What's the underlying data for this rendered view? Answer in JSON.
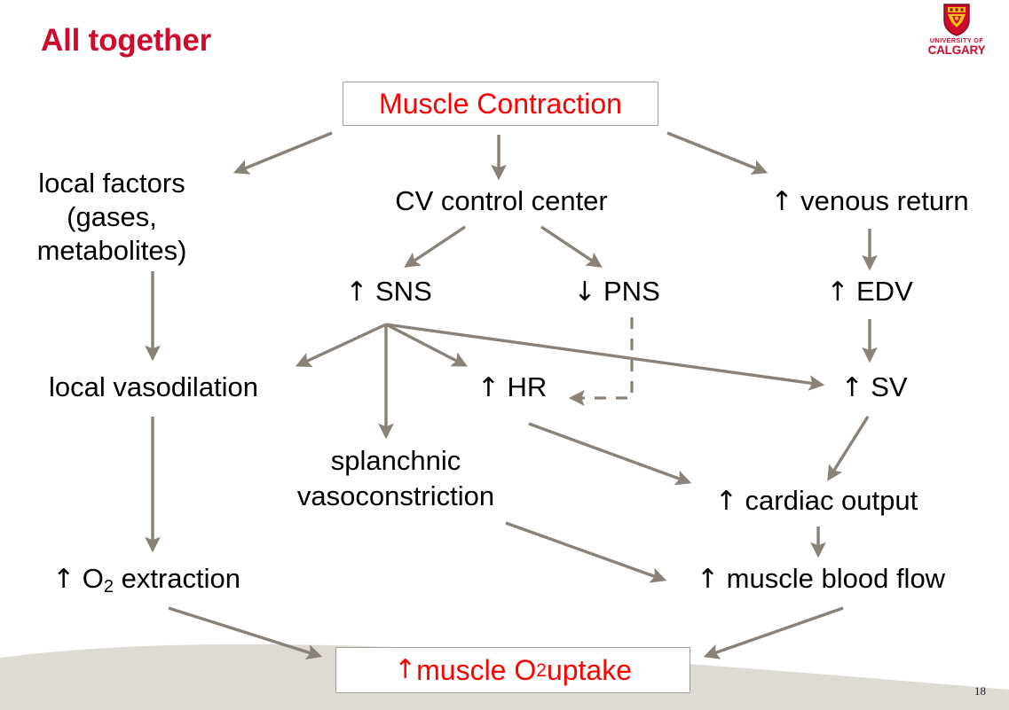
{
  "slide": {
    "title": "All together",
    "page_number": "18",
    "accent_color": "#cf0a2c",
    "node_text_color": "#000000",
    "emphasis_color": "#ff0000",
    "arrow_color": "#8a8278",
    "box_border_color": "#a6a29b",
    "background": "#ffffff"
  },
  "logo": {
    "line1": "UNIVERSITY OF",
    "line2": "CALGARY",
    "shield_red": "#cf0a2c",
    "shield_gold": "#f2c314",
    "icon": "calgary-shield-icon"
  },
  "nodes": {
    "muscle_contraction": {
      "label": "Muscle Contraction",
      "boxed": true,
      "color": "#ff0000"
    },
    "local_factors": {
      "label": "local factors (gases, metabolites)",
      "line1": "local factors",
      "line2": "(gases,",
      "line3": "metabolites)"
    },
    "cv_control_center": {
      "label": "CV control center"
    },
    "venous_return": {
      "arrow": "↑",
      "label": "venous return"
    },
    "sns": {
      "arrow": "↑",
      "label": "SNS"
    },
    "pns": {
      "arrow": "↓",
      "label": "PNS"
    },
    "edv": {
      "arrow": "↑",
      "label": "EDV"
    },
    "local_vasodilation": {
      "label": "local vasodilation"
    },
    "hr": {
      "arrow": "↑",
      "label": "HR"
    },
    "sv": {
      "arrow": "↑",
      "label": "SV"
    },
    "splanchnic": {
      "line1": "splanchnic",
      "line2": "vasoconstriction"
    },
    "cardiac_output": {
      "arrow": "↑",
      "label": "cardiac output"
    },
    "o2_extraction": {
      "arrow": "↑",
      "label_pre": "O",
      "sub": "2",
      "label_post": " extraction"
    },
    "muscle_blood_flow": {
      "arrow": "↑",
      "label": "muscle blood flow"
    },
    "muscle_o2_uptake": {
      "arrow": "↑",
      "label_pre": " muscle O",
      "sub": "2",
      "label_post": " uptake",
      "boxed": true,
      "color": "#ff0000"
    }
  },
  "edges": [
    {
      "from": "muscle_contraction",
      "to": "local_factors",
      "style": "solid"
    },
    {
      "from": "muscle_contraction",
      "to": "cv_control_center",
      "style": "solid"
    },
    {
      "from": "muscle_contraction",
      "to": "venous_return",
      "style": "solid"
    },
    {
      "from": "local_factors",
      "to": "local_vasodilation",
      "style": "solid"
    },
    {
      "from": "cv_control_center",
      "to": "sns",
      "style": "solid"
    },
    {
      "from": "cv_control_center",
      "to": "pns",
      "style": "solid"
    },
    {
      "from": "venous_return",
      "to": "edv",
      "style": "solid"
    },
    {
      "from": "sns",
      "to": "local_vasodilation",
      "style": "solid"
    },
    {
      "from": "sns",
      "to": "splanchnic",
      "style": "solid"
    },
    {
      "from": "sns",
      "to": "hr",
      "style": "solid"
    },
    {
      "from": "sns",
      "to": "sv",
      "style": "solid"
    },
    {
      "from": "pns",
      "to": "hr",
      "style": "dashed"
    },
    {
      "from": "edv",
      "to": "sv",
      "style": "solid"
    },
    {
      "from": "local_vasodilation",
      "to": "o2_extraction",
      "style": "solid"
    },
    {
      "from": "hr",
      "to": "cardiac_output",
      "style": "solid"
    },
    {
      "from": "sv",
      "to": "cardiac_output",
      "style": "solid"
    },
    {
      "from": "cardiac_output",
      "to": "muscle_blood_flow",
      "style": "solid"
    },
    {
      "from": "splanchnic",
      "to": "muscle_blood_flow",
      "style": "solid"
    },
    {
      "from": "o2_extraction",
      "to": "muscle_o2_uptake",
      "style": "solid"
    },
    {
      "from": "muscle_blood_flow",
      "to": "muscle_o2_uptake",
      "style": "solid"
    }
  ]
}
